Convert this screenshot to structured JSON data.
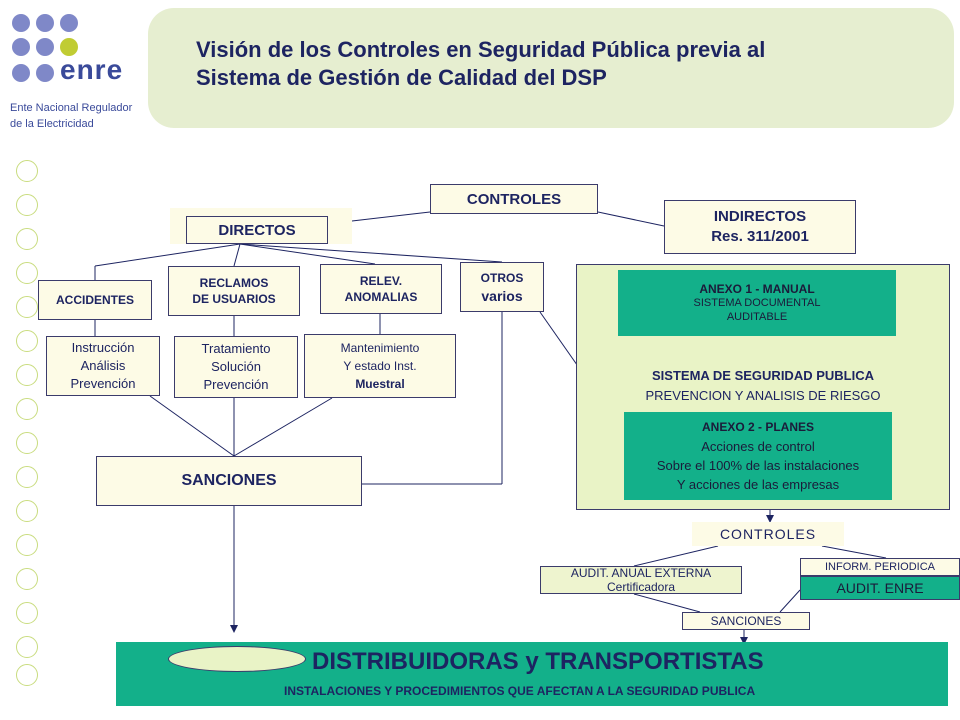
{
  "logo": {
    "wordmark": "enre",
    "line1": "Ente Nacional Regulador",
    "line2": "de la Electricidad"
  },
  "title": {
    "line1": "Visión de los Controles en Seguridad Pública previa al",
    "line2": "Sistema de Gestión de Calidad del DSP"
  },
  "controles_top": "CONTROLES",
  "directos": "DIRECTOS",
  "indirectos": {
    "line1": "INDIRECTOS",
    "line2": "Res. 311/2001"
  },
  "accidentes": "ACCIDENTES",
  "reclamos": {
    "line1": "RECLAMOS",
    "line2": "DE USUARIOS"
  },
  "relev": {
    "line1": "RELEV.",
    "line2": "ANOMALIAS"
  },
  "otros": {
    "line1": "OTROS",
    "line2": "varios"
  },
  "instruccion": {
    "line1": "Instrucción",
    "line2": "Análisis",
    "line3": "Prevención"
  },
  "tratamiento": {
    "line1": "Tratamiento",
    "line2": "Solución",
    "line3": "Prevención"
  },
  "mantenimiento": {
    "line1": "Mantenimiento",
    "line2": "Y estado Inst.",
    "line3": "Muestral"
  },
  "sanciones_main": "SANCIONES",
  "anexo1": {
    "line1": "ANEXO 1 - MANUAL",
    "line2": "SISTEMA DOCUMENTAL",
    "line3": "AUDITABLE"
  },
  "sistema": {
    "line1": "SISTEMA DE SEGURIDAD PUBLICA",
    "line2": "PREVENCION Y ANALISIS DE RIESGO"
  },
  "anexo2": {
    "line1": "ANEXO 2 - PLANES",
    "line2": "Acciones de control",
    "line3": "Sobre el  100%  de las instalaciones",
    "line4": "Y acciones de las empresas"
  },
  "controles_right": "CONTROLES",
  "audit_anual": {
    "line1": "AUDIT. ANUAL EXTERNA",
    "line2": "Certificadora"
  },
  "inform": "INFORM.  PERIODICA",
  "audit_enre": "AUDIT. ENRE",
  "sanciones_small": "SANCIONES",
  "bottom": {
    "title": "DISTRIBUIDORAS y TRANSPORTISTAS",
    "subtitle": "INSTALACIONES Y PROCEDIMIENTOS QUE AFECTAN A LA SEGURIDAD PUBLICA"
  },
  "colors": {
    "navy": "#1d2461",
    "teal": "#13b08a",
    "cream": "#fdfbe6",
    "lightgreen": "#e9f3c6",
    "band": "#e6eed0",
    "accent": "#c0cc33"
  }
}
